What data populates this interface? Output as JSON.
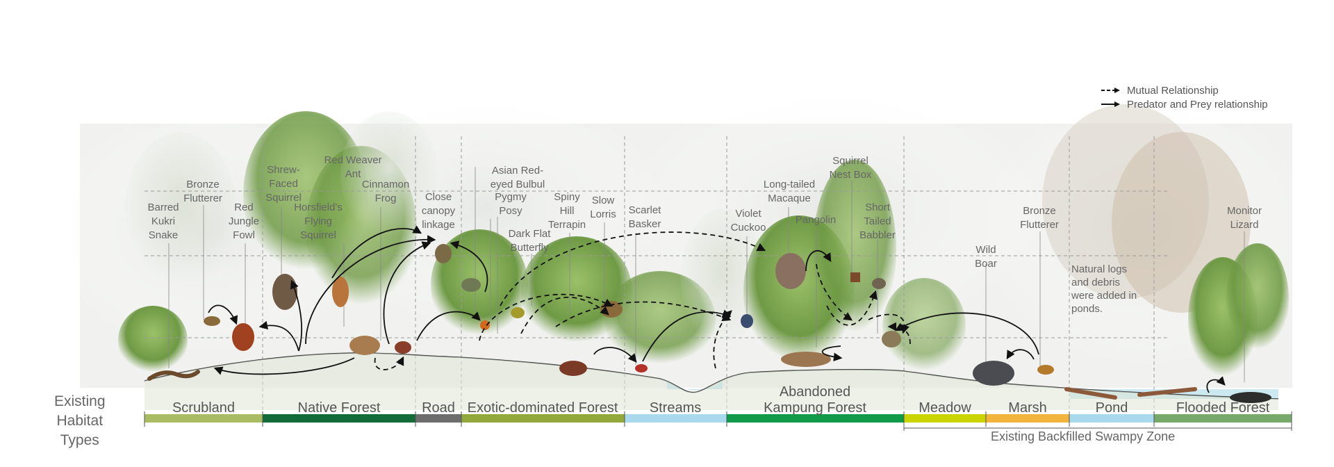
{
  "legend": {
    "mutual": "Mutual Relationship",
    "predator": "Predator and Prey relationship"
  },
  "species": {
    "barred_kukri_snake": "Barred\nKukri\nSnake",
    "bronze_flutterer_1": "Bronze\nFlutterer",
    "red_jungle_fowl": "Red\nJungle\nFowl",
    "shrew_faced_squirrel": "Shrew-\nFaced\nSquirrel",
    "red_weaver_ant": "Red Weaver\nAnt",
    "horsfields_flying_squirrel": "Horsfield's\nFlying\nSquirrel",
    "cinnamon_frog": "Cinnamon\nFrog",
    "close_canopy_linkage": "Close\ncanopy\nlinkage",
    "asian_red_eyed_bulbul": "Asian Red-\neyed Bulbul",
    "pygmy_posy": "Pygmy\nPosy",
    "dark_flat_butterfly": "Dark Flat\nButterfly",
    "spiny_hill_terrapin": "Spiny\nHill\nTerrapin",
    "slow_lorris": "Slow\nLorris",
    "scarlet_basker": "Scarlet\nBasker",
    "violet_cuckoo": "Violet\nCuckoo",
    "long_tailed_macaque": "Long-tailed\nMacaque",
    "pangolin": "Pangolin",
    "squirrel_nest_box": "Squirrel\nNest Box",
    "short_tailed_babbler": "Short\nTailed\nBabbler",
    "wild_boar": "Wild\nBoar",
    "bronze_flutterer_2": "Bronze\nFlutterer",
    "natural_logs": "Natural logs\nand debris\nwere added in\nponds.",
    "monitor_lizard": "Monitor\nLizard"
  },
  "habitat": {
    "title": "Existing\nHabitat\nTypes",
    "swampy_zone": "Existing Backfilled Swampy Zone",
    "segments": [
      {
        "label": "Scrubland",
        "color": "#a9bb63"
      },
      {
        "label": "Native Forest",
        "color": "#136b3a"
      },
      {
        "label": "Road",
        "color": "#6d6d6d"
      },
      {
        "label": "Exotic-dominated Forest",
        "color": "#93a83a"
      },
      {
        "label": "Streams",
        "color": "#a9d9ec"
      },
      {
        "label": "Abandoned\nKampung Forest",
        "color": "#119a49"
      },
      {
        "label": "Meadow",
        "color": "#c9d400"
      },
      {
        "label": "Marsh",
        "color": "#f3b43e"
      },
      {
        "label": "Pond",
        "color": "#a9d9ec"
      },
      {
        "label": "Flooded Forest",
        "color": "#77a96a"
      }
    ]
  }
}
